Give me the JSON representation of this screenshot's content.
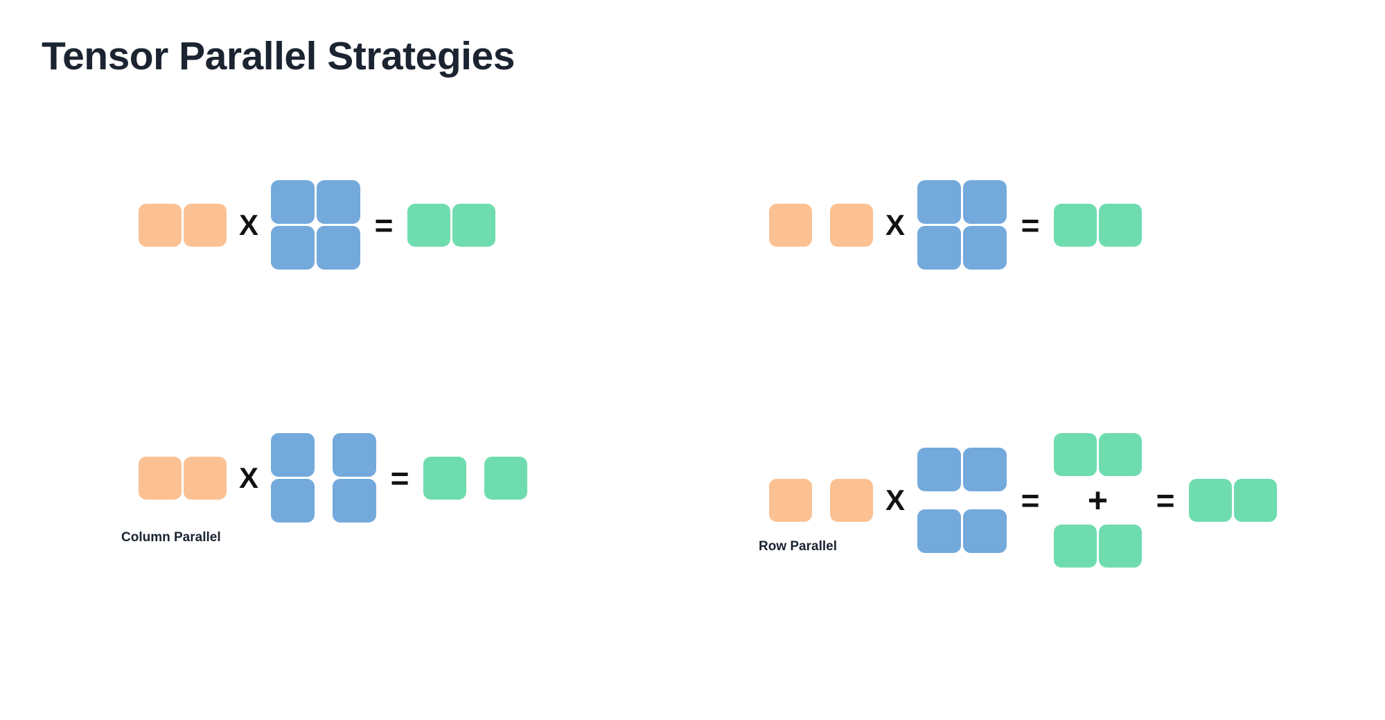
{
  "page": {
    "title": "Tensor Parallel Strategies",
    "background": "#ffffff"
  },
  "colors": {
    "title_text": "#1b2430",
    "activation_orange": "#fbc193",
    "weight_blue": "#74a9dc",
    "output_green": "#6fdcaf",
    "operator_black": "#121212"
  },
  "operators": {
    "times": "X",
    "equals": "=",
    "plus": "+"
  },
  "panels": [
    {
      "id": "column-parallel",
      "caption": "Column Parallel",
      "equations": [
        {
          "id": "col-top",
          "description": "unsharded matmul",
          "terms": [
            {
              "kind": "matrix",
              "color": "orange",
              "rows": 1,
              "cols": 2,
              "split": "none"
            },
            {
              "kind": "operator",
              "symbol": "X"
            },
            {
              "kind": "matrix",
              "color": "blue",
              "rows": 2,
              "cols": 2,
              "split": "none"
            },
            {
              "kind": "operator",
              "symbol": "="
            },
            {
              "kind": "matrix",
              "color": "green",
              "rows": 1,
              "cols": 2,
              "split": "none"
            }
          ]
        },
        {
          "id": "col-bottom",
          "description": "weights sharded along columns",
          "terms": [
            {
              "kind": "matrix",
              "color": "orange",
              "rows": 1,
              "cols": 2,
              "split": "none"
            },
            {
              "kind": "operator",
              "symbol": "X"
            },
            {
              "kind": "matrix",
              "color": "blue",
              "rows": 2,
              "cols": 2,
              "split": "columns"
            },
            {
              "kind": "operator",
              "symbol": "="
            },
            {
              "kind": "matrix",
              "color": "green",
              "rows": 1,
              "cols": 2,
              "split": "columns"
            }
          ]
        }
      ]
    },
    {
      "id": "row-parallel",
      "caption": "Row Parallel",
      "equations": [
        {
          "id": "row-top",
          "description": "unsharded matmul",
          "terms": [
            {
              "kind": "matrix",
              "color": "orange",
              "rows": 1,
              "cols": 2,
              "split": "columns"
            },
            {
              "kind": "operator",
              "symbol": "X"
            },
            {
              "kind": "matrix",
              "color": "blue",
              "rows": 2,
              "cols": 2,
              "split": "none"
            },
            {
              "kind": "operator",
              "symbol": "="
            },
            {
              "kind": "matrix",
              "color": "green",
              "rows": 1,
              "cols": 2,
              "split": "none"
            }
          ]
        },
        {
          "id": "row-bottom",
          "description": "weights sharded along rows, partial sums reduced",
          "terms": [
            {
              "kind": "matrix",
              "color": "orange",
              "rows": 1,
              "cols": 2,
              "split": "columns"
            },
            {
              "kind": "operator",
              "symbol": "X"
            },
            {
              "kind": "matrix",
              "color": "blue",
              "rows": 2,
              "cols": 2,
              "split": "rows"
            },
            {
              "kind": "operator",
              "symbol": "="
            },
            {
              "kind": "partial-sum",
              "color": "green",
              "parts": 2,
              "rows": 1,
              "cols": 2,
              "joiner": "+"
            },
            {
              "kind": "operator",
              "symbol": "="
            },
            {
              "kind": "matrix",
              "color": "green",
              "rows": 1,
              "cols": 2,
              "split": "none"
            }
          ]
        }
      ]
    }
  ]
}
